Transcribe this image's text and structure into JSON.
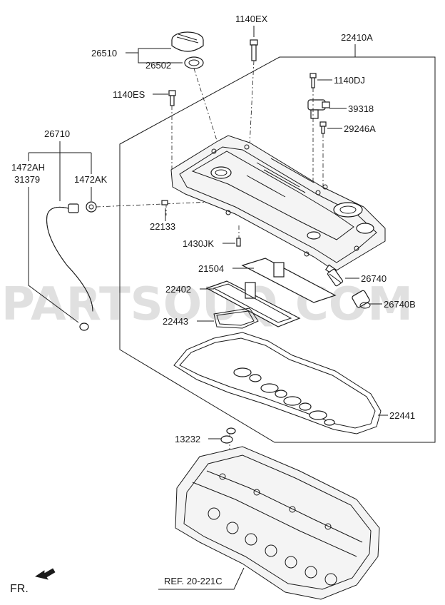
{
  "watermark": "PARTSOUQ.COM",
  "labels": {
    "p1140EX": "1140EX",
    "p22410A": "22410A",
    "p26510": "26510",
    "p26502": "26502",
    "p1140DJ": "1140DJ",
    "p1140ES": "1140ES",
    "p39318": "39318",
    "p29246A": "29246A",
    "p26710": "26710",
    "p1472AH": "1472AH",
    "p31379": "31379",
    "p1472AK": "1472AK",
    "p22133": "22133",
    "p1430JK": "1430JK",
    "p21504": "21504",
    "p26740": "26740",
    "p22402": "22402",
    "p26740B": "26740B",
    "p22443": "22443",
    "p22441": "22441",
    "p13232": "13232"
  },
  "reference": "REF. 20-221C",
  "direction": "FR."
}
